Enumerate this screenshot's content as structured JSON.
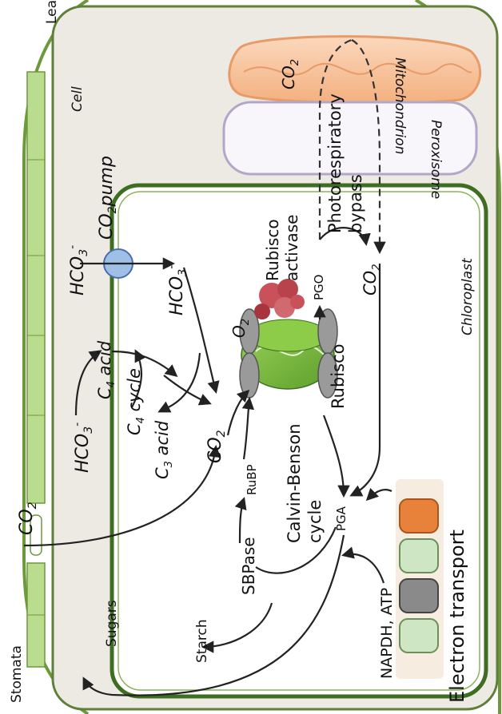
{
  "labels": {
    "leaf": "Leaf",
    "cell": "Cell",
    "stomata": "Stomata",
    "chloroplast": "Chloroplast",
    "mitochondrion": "Mitochondrion",
    "peroxisome": "Peroxisome",
    "co2_pump": "CO",
    "co2_pump_sub": "2",
    "co2_pump_tail": "pump",
    "co2_outside": "CO",
    "co2_outside_sub": "2",
    "hco3_outside": "HCO",
    "hco3_outside_sub": "3",
    "hco3_outside_sup": "-",
    "hco3_inside": "HCO",
    "hco3_inside_sub": "3",
    "hco3_inside_sup": "-",
    "hco3_left": "HCO",
    "hco3_left_sub": "3",
    "hco3_left_sup": "-",
    "c4_acid": "C",
    "c4_acid_sub": "4",
    "c4_acid_tail": " acid",
    "c4_cycle": "C",
    "c4_cycle_sub": "4",
    "c4_cycle_tail": " cycle",
    "c3_acid": "C",
    "c3_acid_sub": "3",
    "c3_acid_tail": " acid",
    "co2_center": "CO",
    "co2_center_sub": "2",
    "co2_mito": "CO",
    "co2_mito_sub": "2",
    "co2_chloro": "CO",
    "co2_chloro_sub": "2",
    "o2": "O",
    "o2_sub": "2",
    "rubisco": "Rubisco",
    "rubisco_activase_1": "Rubisco",
    "rubisco_activase_2": "activase",
    "pgo": "PGO",
    "photorespiratory_1": "Photorespiratory",
    "photorespiratory_2": "bypass",
    "rubp": "RuBP",
    "calvin_1": "Calvin-Benson",
    "calvin_2": "cycle",
    "pga": "PGA",
    "sbpase": "SBPase",
    "starch": "Starch",
    "sugars": "Sugars",
    "nadph_atp": "NAPDH, ATP",
    "electron_transport": "Electron transport"
  },
  "colors": {
    "leaf_outline": "#6c9a3a",
    "cell_fill": "#edeae4",
    "cell_outline": "#5f7f3a",
    "chloroplast_outline": "#3e6e22",
    "chloroplast_fill": "#ffffff",
    "mito_fill": "#f7c39c",
    "mito_outline": "#e79b68",
    "peroxisome_fill": "#f8f6fb",
    "peroxisome_outline": "#b3a7c9",
    "pump_fill": "#9fbfe6",
    "pump_outline": "#4a6ea8",
    "rubisco_green": "#7cbf3c",
    "rubisco_gray": "#9a9a9a",
    "activase_red": "#c9525a",
    "stomata_green": "#b9dc8f"
  }
}
